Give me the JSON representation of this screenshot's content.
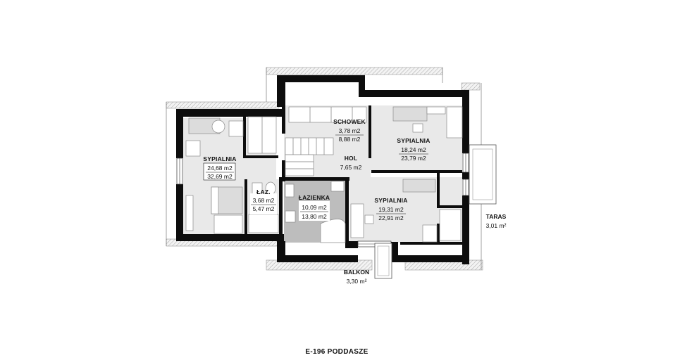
{
  "caption": "E-196 PODDASZE",
  "rooms": {
    "bedroom_left": {
      "name": "SYPIALNIA",
      "area1": "24,68 m2",
      "area2": "32,69 m2"
    },
    "storage": {
      "name": "SCHOWEK",
      "area1": "3,78 m2",
      "area2": "8,88 m2"
    },
    "bedroom_right": {
      "name": "SYPIALNIA",
      "area1": "18,24 m2",
      "area2": "23,79 m2"
    },
    "hall": {
      "name": "HOL",
      "area1": "7,65 m2"
    },
    "bath_small": {
      "name": "ŁAZ.",
      "area1": "3,68 m2",
      "area2": "5,47 m2"
    },
    "bathroom": {
      "name": "ŁAZIENKA",
      "area1": "10,09 m2",
      "area2": "13,80 m2"
    },
    "bedroom_mid": {
      "name": "SYPIALNIA",
      "area1": "19,31 m2",
      "area2": "22,91 m2"
    }
  },
  "outdoor": {
    "terrace": {
      "name": "TARAS",
      "area": "3,01 m²"
    },
    "balcony": {
      "name": "BALKON",
      "area": "3,30 m²"
    }
  }
}
